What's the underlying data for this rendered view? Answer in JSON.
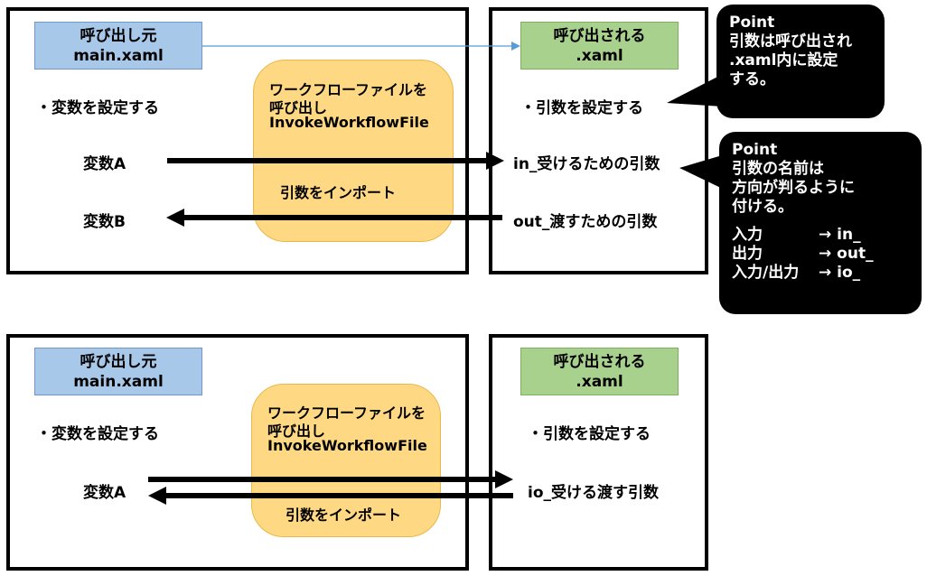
{
  "panel1": {
    "caller_title1": "呼び出し元",
    "caller_title2": "main.xaml",
    "caller_bullet": "・変数を設定する",
    "var_a": "変数A",
    "var_b": "変数B",
    "pill_line1": "ワークフローファイルを",
    "pill_line2": "呼び出し",
    "pill_line3": "InvokeWorkflowFile",
    "pill_import": "引数をインポート",
    "callee_title1": "呼び出される",
    "callee_title2": ".xaml",
    "callee_bullet": "・引数を設定する",
    "arg_in": "in_受けるための引数",
    "arg_out": "out_渡すための引数"
  },
  "point1": {
    "title": "Point",
    "line1": "引数は呼び出され",
    "line2": ".xaml内に設定",
    "line3": "する。"
  },
  "point2": {
    "title": "Point",
    "line1": "引数の名前は",
    "line2": "方向が判るように",
    "line3": "付ける。",
    "map1_label": "入力",
    "map1_value": "→ in_",
    "map2_label": "出力",
    "map2_value": "→ out_",
    "map3_label": "入力/出力",
    "map3_value": "→ io_"
  },
  "panel2": {
    "caller_title1": "呼び出し元",
    "caller_title2": "main.xaml",
    "caller_bullet": "・変数を設定する",
    "var_a": "変数A",
    "pill_line1": "ワークフローファイルを",
    "pill_line2": "呼び出し",
    "pill_line3": "InvokeWorkflowFile",
    "pill_import": "引数をインポート",
    "callee_title1": "呼び出される",
    "callee_title2": ".xaml",
    "callee_bullet": "・引数を設定する",
    "arg_io": "io_受ける渡す引数"
  },
  "colors": {
    "caller_header": "#a8c8ea",
    "callee_header": "#a9d18e",
    "pill": "#ffd883",
    "connector": "#5b9bd5",
    "callout": "#000000"
  }
}
